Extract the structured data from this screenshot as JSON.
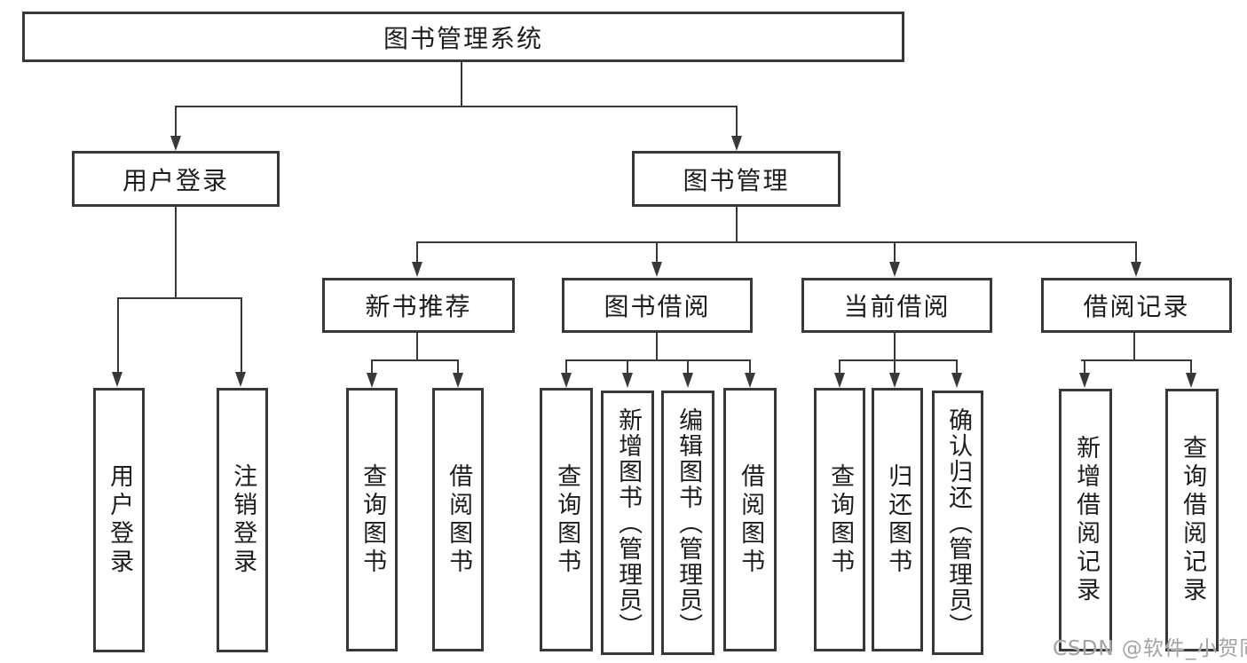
{
  "nodes": {
    "root": "图书管理系统",
    "user_login": "用户登录",
    "book_mgmt": "图书管理",
    "new_book_rec": "新书推荐",
    "book_borrow": "图书借阅",
    "current_borrow": "当前借阅",
    "borrow_records": "借阅记录",
    "leaf_user_login": "用户登录",
    "leaf_logout": "注销登录",
    "leaf_rec_query": "查询图书",
    "leaf_rec_borrow": "借阅图书",
    "leaf_bb_query": "查询图书",
    "leaf_bb_add": "新增图书（管理员）",
    "leaf_bb_edit": "编辑图书（管理员）",
    "leaf_bb_borrow": "借阅图书",
    "leaf_cb_query": "查询图书",
    "leaf_cb_return": "归还图书",
    "leaf_cb_confirm": "确认归还（管理员）",
    "leaf_br_add": "新增借阅记录",
    "leaf_br_query": "查询借阅记录"
  },
  "watermark": "CSDN @软件_小贺同学",
  "colors": {
    "line": "#383838",
    "text": "#1d1d1d",
    "watermark": "#a3a3a3",
    "background": "#ffffff"
  }
}
